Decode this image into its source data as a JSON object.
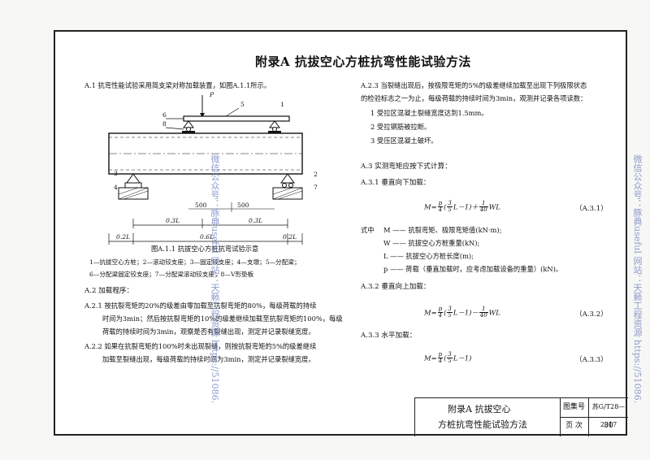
{
  "title": "附录A  抗拔空心方桩抗弯性能试验方法",
  "left": {
    "a1": "A.1 抗弯性能试验采用简支梁对称加载装置，如图A.1.1所示。",
    "fig": {
      "p_label": "P",
      "num_labels": [
        "6",
        "8",
        "5",
        "1",
        "3",
        "4",
        "2",
        "7"
      ],
      "dim_500a": "500",
      "dim_500b": "500",
      "dim_03l_a": "0.3L",
      "dim_03l_b": "0.3L",
      "dim_02l_a": "0.2L",
      "dim_06l": "0.6L",
      "dim_02l_b": "0.2L",
      "caption": "图A.1.1 抗拔空心方桩抗弯试验示意",
      "legend1": "1—抗拔空心方桩；2—滚动铰支座；3—固定铰支座；4—支墩；5—分配梁；",
      "legend2": "6—分配梁固定铰支座；7—分配梁滚动铰支座；8—V形垫板"
    },
    "a2": "A.2 加载程序：",
    "a21_1": "A.2.1 按抗裂弯矩的20%的级差由零加载至抗裂弯矩的80%，每级荷载的持续",
    "a21_2": "时间为3min；然后按抗裂弯矩的10%的级差继续加载至抗裂弯矩的100%，每级",
    "a21_3": "荷载的持续时间为3min，观察是否有裂缝出现，测定并记录裂缝宽度。",
    "a22_1": "A.2.2 如果在抗裂弯矩的100%时未出现裂缝，则按抗裂弯矩的5%的级差继续",
    "a22_2": "加载至裂缝出现，每级荷载的持续时间为3min，测定并记录裂缝宽度。"
  },
  "right": {
    "a23_1": "A.2.3 当裂缝出现后，按极限弯矩的5%的级差继续加载至出现下列极限状态",
    "a23_2": "的检验标志之一为止，每级荷载的持续时间为3min，观测并记录各项读数：",
    "item1": "1 受拉区混凝土裂缝宽度达到1.5mm。",
    "item2": "2 受拉钢筋被拉断。",
    "item3": "3 受压区混凝土破坏。",
    "a3": "A.3 实测弯矩应按下式计算：",
    "a31": "A.3.1 垂直向下加载：",
    "eq1_lhs": "M=",
    "eq1_tail": "L－1)＋",
    "eq1_end": "WL",
    "eq1_no": "（A.3.1）",
    "where": "式中",
    "def_m": "M —— 抗裂弯矩、极限弯矩值(kN·m);",
    "def_w": "W —— 抗拔空心方桩重量(kN);",
    "def_l": "L —— 抗拔空心方桩长度(m);",
    "def_p": "p —— 荷载（垂直加载时，应考虑加载设备的重量）(kN)。",
    "a32": "A.3.2 垂直向上加载：",
    "eq2_lhs": "M=",
    "eq2_tail": "L－1)－",
    "eq2_end": "WL",
    "eq2_no": "（A.3.2）",
    "a33": "A.3.3 水平加载：",
    "eq3_lhs": "M=",
    "eq3_tail": "L－1)",
    "eq3_no": "（A.3.3）",
    "frac_p": "p",
    "frac_4": "4",
    "frac_3": "3",
    "frac_5": "5",
    "frac_1": "1",
    "frac_40": "40",
    "paren": "("
  },
  "titleblock": {
    "name1": "附录A  抗拔空心",
    "name2": "方桩抗弯性能试验方法",
    "atlas_label": "图集号",
    "atlas_value": "苏G/T28—2017",
    "page_label": "页  次",
    "page_value": "30"
  },
  "watermarks": {
    "mid": "微信公众号：豚典useful  网站：天籁工程资源 https://51086.",
    "right": "微信公众号：豚典useful  网站：天籁工程资源 https://51086."
  }
}
